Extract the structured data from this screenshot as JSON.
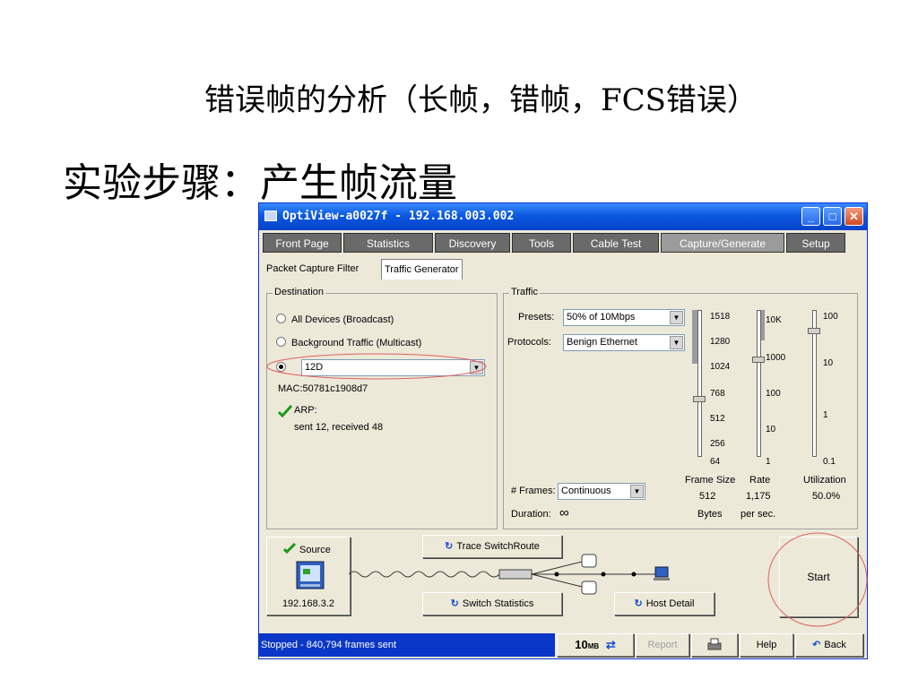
{
  "slide": {
    "title": "错误帧的分析（长帧，错帧，FCS错误）",
    "heading": "实验步骤：产生帧流量"
  },
  "window": {
    "title": "OptiView-a0027f - 192.168.003.002",
    "controls": {
      "minimize": "_",
      "maximize": "□",
      "close": "✕"
    }
  },
  "tabs": [
    "Front Page",
    "Statistics",
    "Discovery",
    "Tools",
    "Cable Test",
    "Capture/Generate",
    "Setup"
  ],
  "subtabs": [
    "Packet Capture Filter",
    "Traffic Generator"
  ],
  "destination": {
    "legend": "Destination",
    "options": [
      "All Devices (Broadcast)",
      "Background Traffic (Multicast)"
    ],
    "selected_value": "12D",
    "mac": "MAC:50781c1908d7",
    "arp_label": "ARP:",
    "arp_detail": "sent 12, received 48"
  },
  "traffic": {
    "legend": "Traffic",
    "presets_label": "Presets:",
    "presets_value": "50% of 10Mbps",
    "protocols_label": "Protocols:",
    "protocols_value": "Benign Ethernet",
    "frames_label": "# Frames:",
    "frames_value": "Continuous",
    "duration_label": "Duration:",
    "duration_value": "∞",
    "frame_size": {
      "ticks": [
        "1518",
        "1280",
        "1024",
        "768",
        "512",
        "256",
        "64"
      ],
      "title": "Frame Size",
      "value": "512",
      "unit": "Bytes"
    },
    "rate": {
      "ticks": [
        "10K",
        "1000",
        "100",
        "10",
        "1"
      ],
      "title": "Rate",
      "value": "1,175",
      "unit": "per sec."
    },
    "utilization": {
      "ticks": [
        "100",
        "10",
        "1",
        "0.1"
      ],
      "title": "Utilization",
      "value": "50.0%"
    }
  },
  "bottom": {
    "source_label": "Source",
    "source_ip": "192.168.3.2",
    "trace_label": "Trace SwitchRoute",
    "switch_stats_label": "Switch Statistics",
    "host_detail_label": "Host Detail",
    "start_label": "Start"
  },
  "status": {
    "text": "Stopped - 840,794 frames sent",
    "speed": "10",
    "speed_unit": "MB",
    "report": "Report",
    "help": "Help",
    "back": "Back"
  },
  "colors": {
    "titlebar": "#0a58e0",
    "tab_bg": "#6a6a6a",
    "status_blue": "#0b37c8",
    "highlight_red": "#e06060"
  },
  "icons": [
    "check-icon",
    "monitor-icon",
    "printer-icon",
    "host-computer-icon",
    "switch-icon"
  ]
}
